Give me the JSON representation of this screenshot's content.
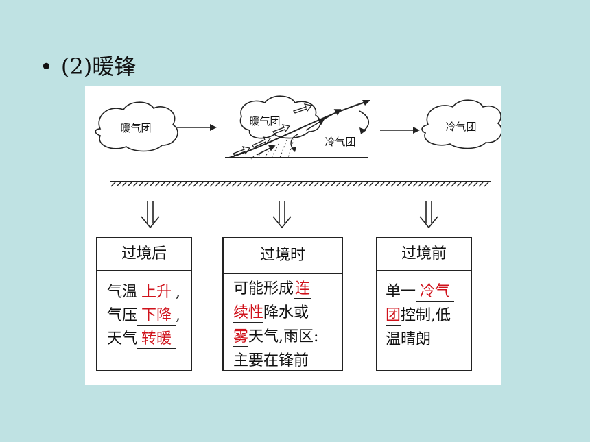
{
  "heading": {
    "bullet": "•",
    "text": "(2)暖锋"
  },
  "diagram": {
    "warm_mass_left": "暖气团",
    "warm_mass_front": "暖气团",
    "cold_mass_front": "冷气团",
    "cold_mass_right": "冷气团"
  },
  "boxes": {
    "after": {
      "title": "过境后",
      "temp_label": "气温",
      "temp_answer": "上升",
      "pressure_label": "气压",
      "pressure_answer": "下降",
      "weather_label": "天气",
      "weather_answer": "转暖",
      "comma": ","
    },
    "during": {
      "title": "过境时",
      "l1_text": "可能形成",
      "ans1a": "连",
      "ans1b": "续性",
      "l2_text": "降水或",
      "ans2": "雾",
      "l3_text": "天气,雨区",
      "colon": ":",
      "l4_text": "主要在锋前"
    },
    "before": {
      "title": "过境前",
      "l1_text": "单一",
      "ans1a": "冷气",
      "ans1b": "团",
      "l2_text": "控制,低",
      "l3_text": "温晴朗"
    }
  }
}
